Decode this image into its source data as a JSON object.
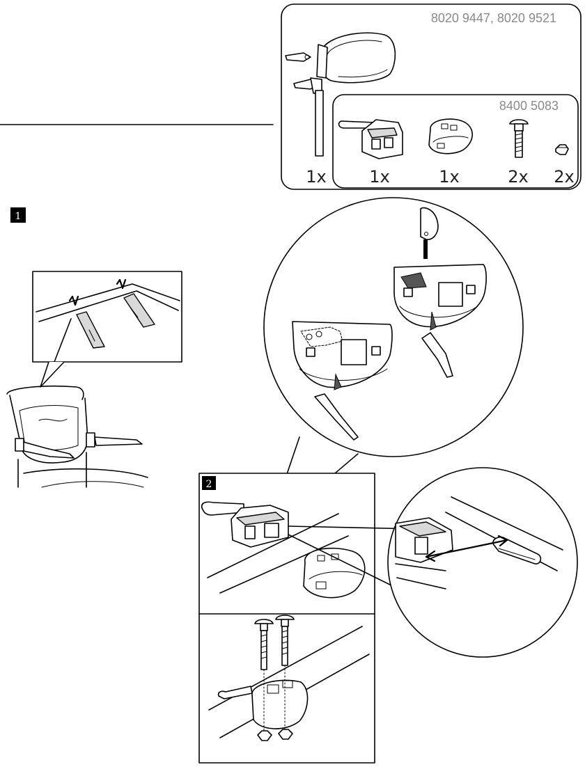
{
  "kit_box": {
    "headrest_part_numbers": "8020 9447, 8020 9521",
    "hardware_part_number": "8400 5083",
    "quantities": {
      "headrest": "1x",
      "clamp": "1x",
      "clamp_shell": "1x",
      "bolt": "2x",
      "nut": "2x"
    }
  },
  "steps": [
    {
      "number": "1"
    },
    {
      "number": "2"
    }
  ],
  "colors": {
    "line": "#000000",
    "part_number_text": "#8a8a8a",
    "step_badge": "#000000"
  }
}
